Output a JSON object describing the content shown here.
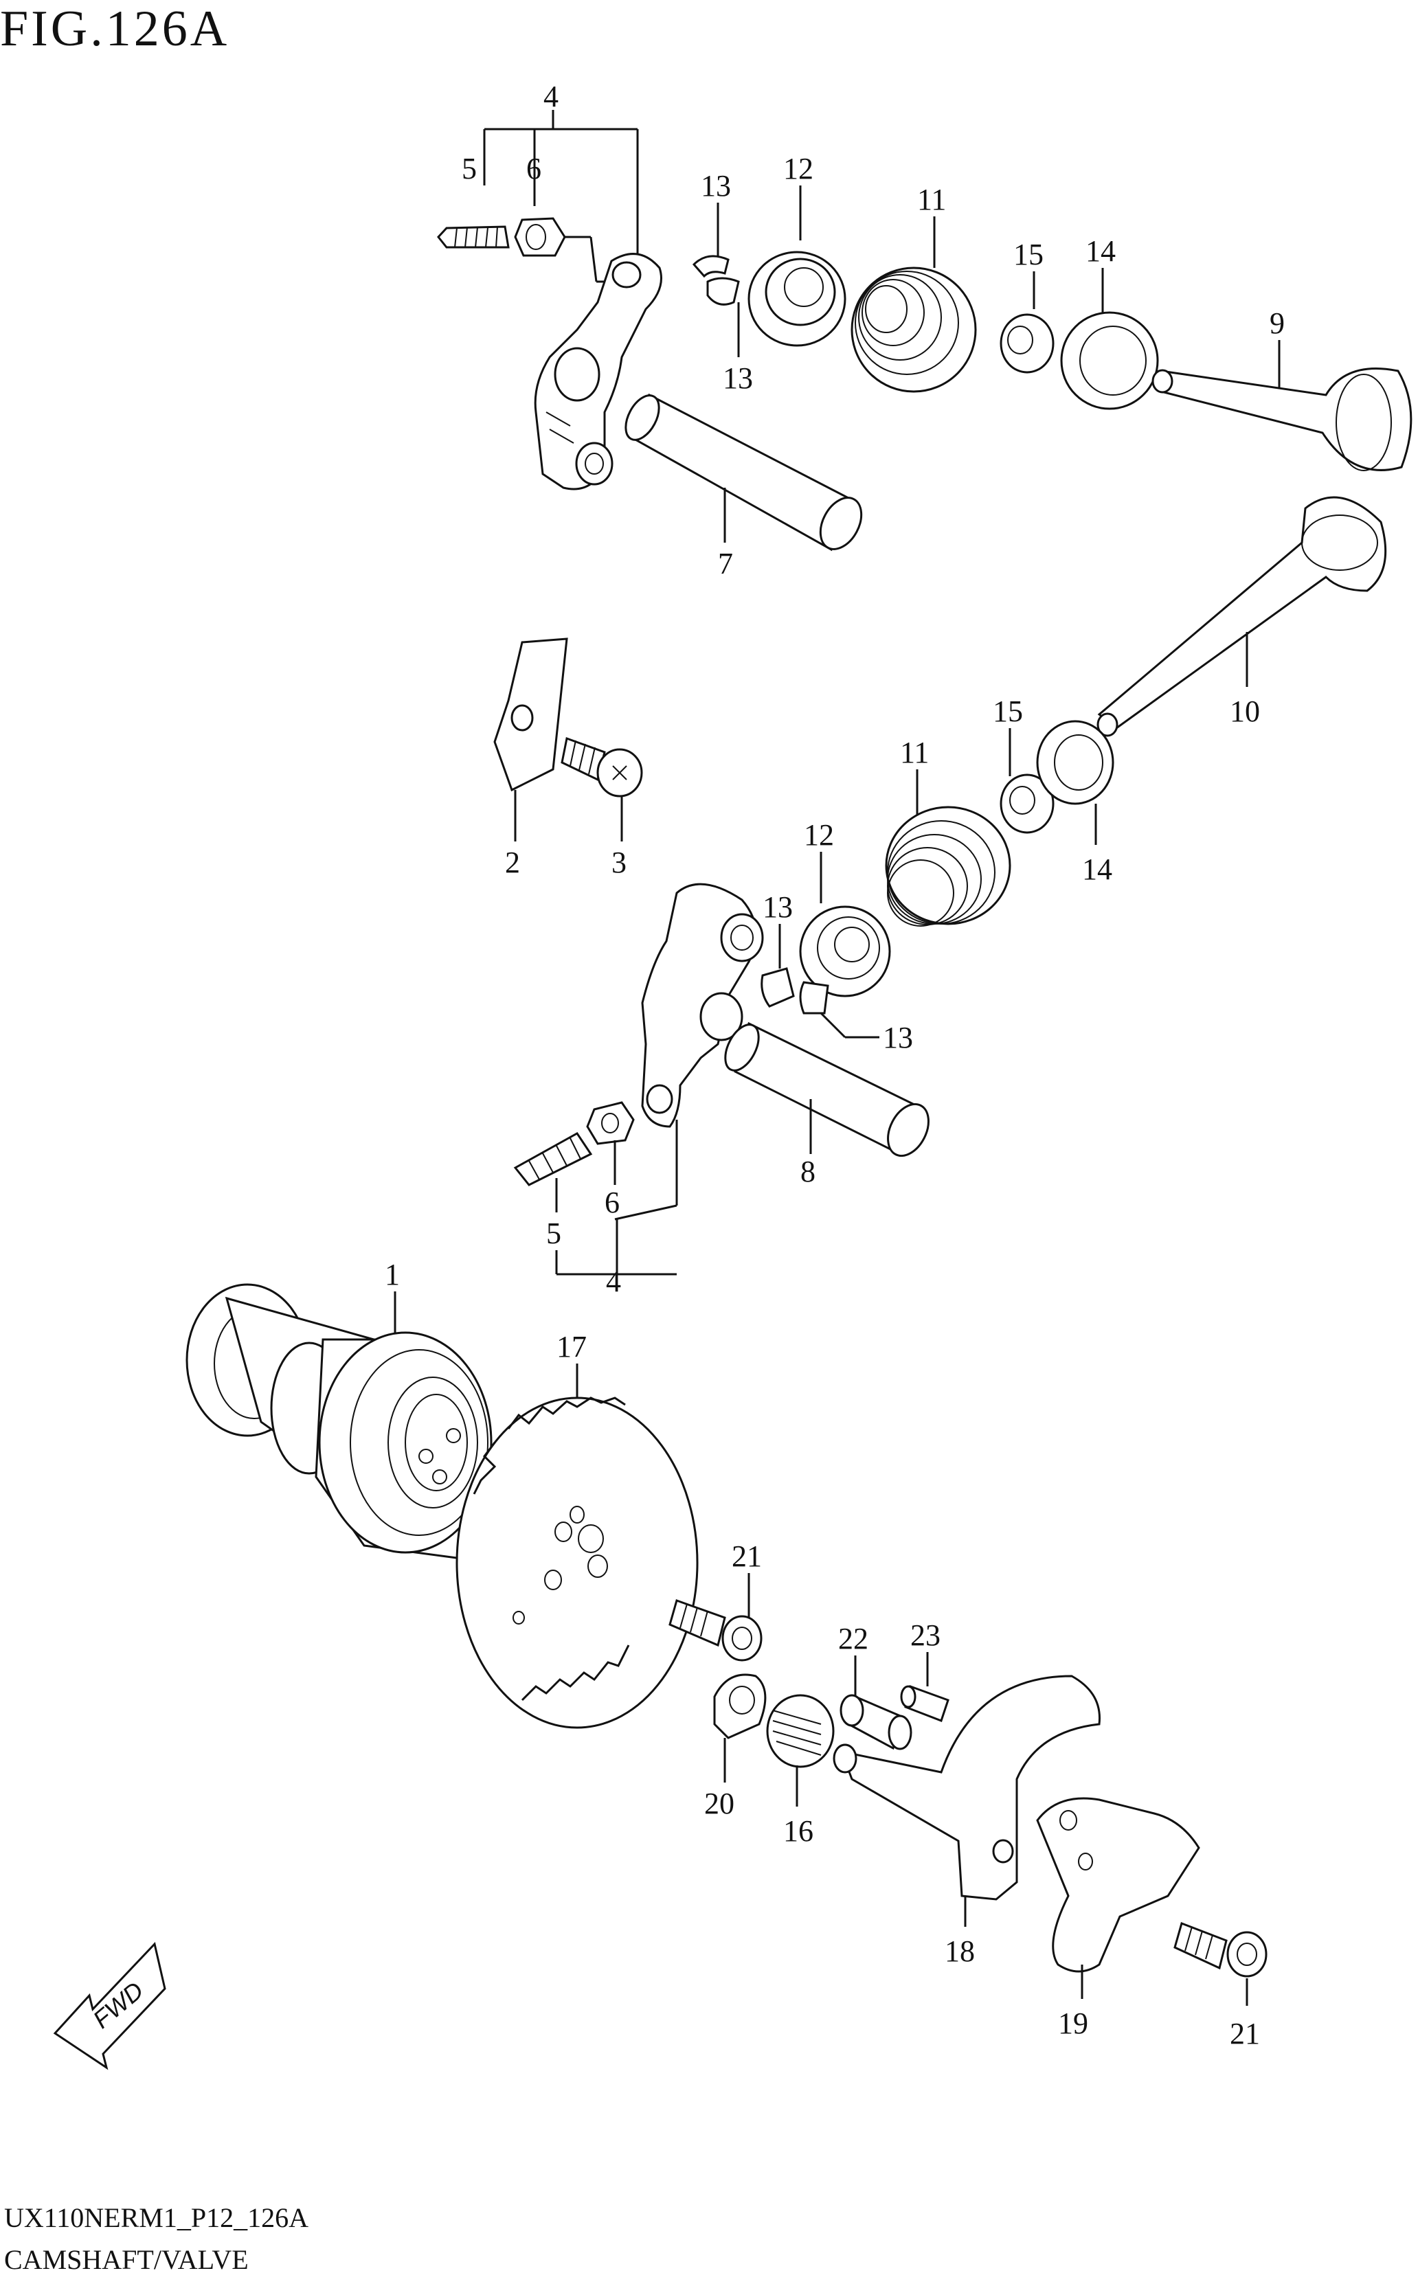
{
  "figure_title": "FIG.126A",
  "footer": {
    "code": "UX110NERM1_P12_126A",
    "name": "CAMSHAFT/VALVE"
  },
  "fwd_label": "FWD",
  "callouts": [
    "1",
    "2",
    "3",
    "4",
    "5",
    "6",
    "7",
    "8",
    "9",
    "10",
    "11",
    "12",
    "13",
    "14",
    "15",
    "16",
    "17",
    "18",
    "19",
    "20",
    "21",
    "22",
    "23"
  ],
  "labels": {
    "top_group": {
      "c4": "4",
      "c5": "5",
      "c6": "6",
      "c7": "7",
      "c9": "9",
      "c11": "11",
      "c12": "12",
      "c13a": "13",
      "c13b": "13",
      "c14": "14",
      "c15": "15"
    },
    "mid_group": {
      "c2": "2",
      "c3": "3",
      "c4": "4",
      "c5": "5",
      "c6": "6",
      "c8": "8",
      "c10": "10",
      "c11": "11",
      "c12": "12",
      "c13a": "13",
      "c13b": "13",
      "c14": "14",
      "c15": "15"
    },
    "bottom_group": {
      "c1": "1",
      "c16": "16",
      "c17": "17",
      "c18": "18",
      "c19": "19",
      "c20": "20",
      "c21a": "21",
      "c21b": "21",
      "c22": "22",
      "c23": "23"
    }
  }
}
